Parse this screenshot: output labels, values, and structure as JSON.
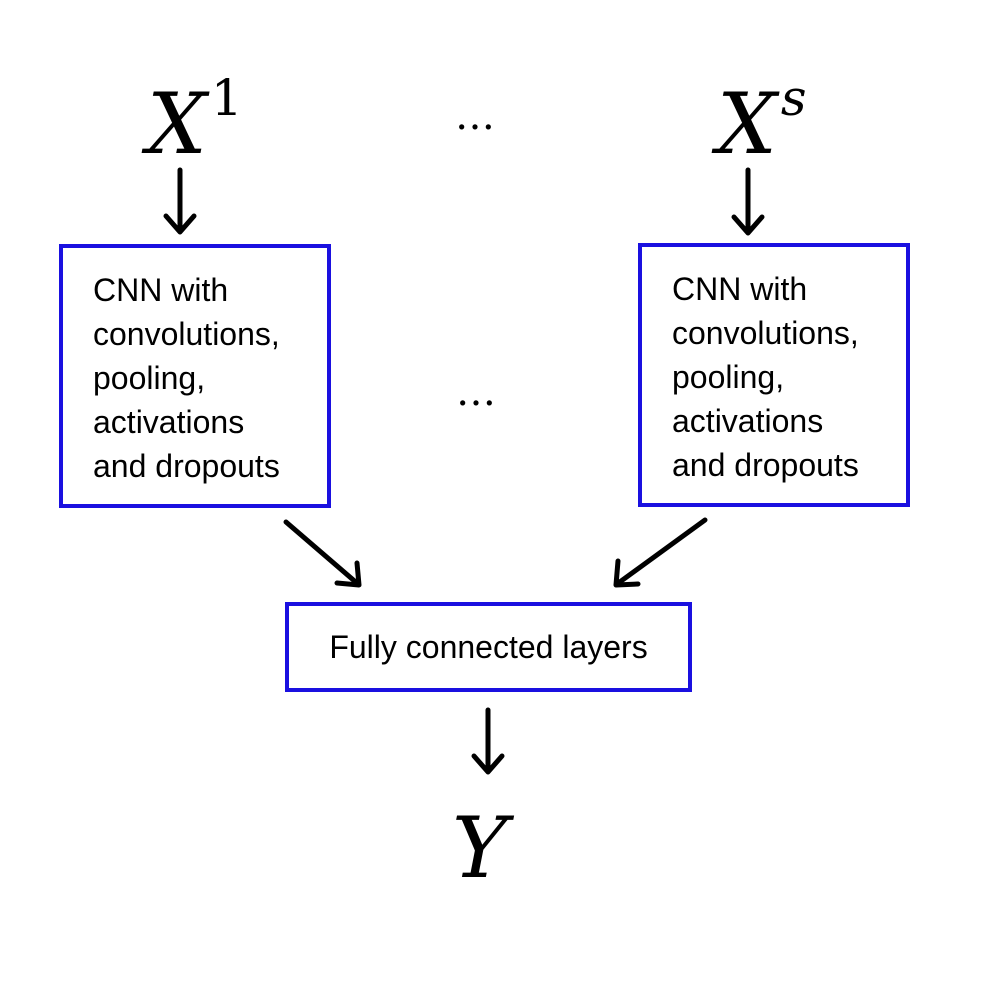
{
  "inputs": [
    {
      "base": "X",
      "superscript": "1"
    },
    {
      "base": "X",
      "superscript": "s"
    }
  ],
  "ellipsis": "…",
  "cnn_blocks": [
    {
      "lines": [
        "CNN with",
        "convolutions,",
        "pooling,",
        "activations",
        "and dropouts"
      ]
    },
    {
      "lines": [
        "CNN with",
        "convolutions,",
        "pooling,",
        "activations",
        "and dropouts"
      ]
    }
  ],
  "fully_connected": {
    "label": "Fully connected layers"
  },
  "output": {
    "label": "Y"
  },
  "colors": {
    "box_border": "#1a10e0",
    "arrow": "#000000",
    "text": "#000000"
  }
}
